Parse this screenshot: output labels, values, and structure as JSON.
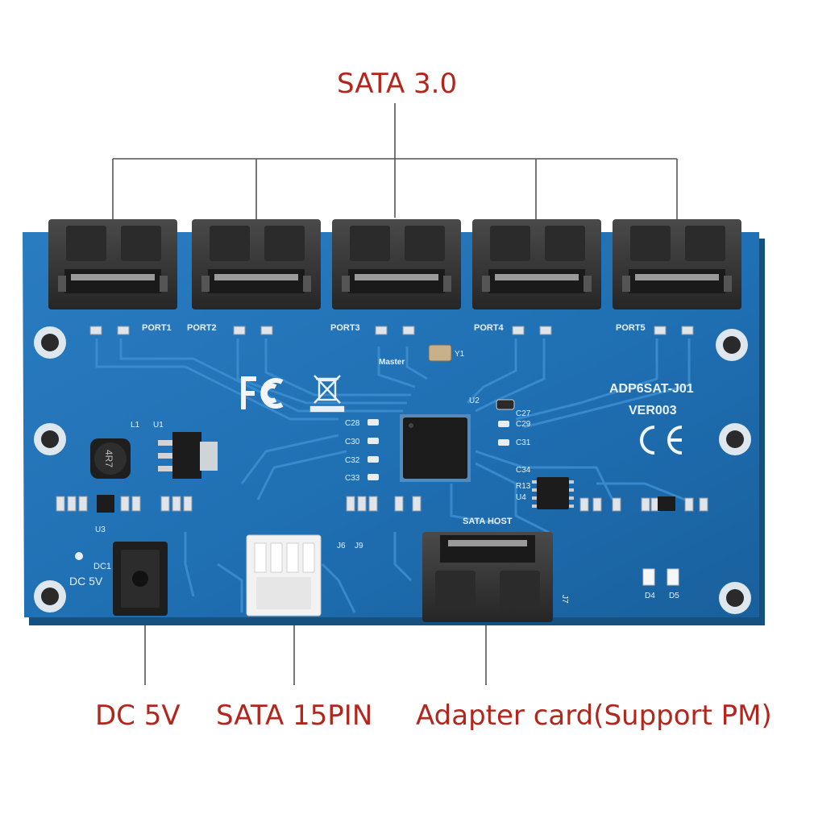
{
  "callouts": {
    "top": "SATA 3.0",
    "dc": "DC 5V",
    "power": "SATA 15PIN",
    "host": "Adapter card(Support PM)"
  },
  "board": {
    "model": "ADP6SAT-J01",
    "version": "VER003",
    "ports": [
      "PORT1",
      "PORT2",
      "PORT3",
      "PORT4",
      "PORT5"
    ],
    "master": "Master",
    "sata_host": "SATA HOST",
    "dc_label": "DC 5V",
    "dc_ref": "DC1",
    "inductor_text": "4R7",
    "refs": {
      "l1": "L1",
      "u1": "U1",
      "u2": "U2",
      "u3": "U3",
      "u4": "U4",
      "y1": "Y1",
      "j6": "J6",
      "j9": "J9",
      "j7": "J7",
      "d4": "D4",
      "d5": "D5",
      "c28": "C28",
      "c30": "C30",
      "c32": "C32",
      "c33": "C33",
      "c27": "C27",
      "c29": "C29",
      "c31": "C31",
      "c34": "C34",
      "r13": "R13"
    }
  },
  "colors": {
    "callout_text": "#b3261e",
    "leader_line": "#555555",
    "pcb": "#1f6fb3",
    "connector": "#3a3a3a",
    "power_connector": "#f2f2f2"
  },
  "icons": [
    "fcc-logo",
    "weee-bin-icon",
    "ce-mark"
  ]
}
